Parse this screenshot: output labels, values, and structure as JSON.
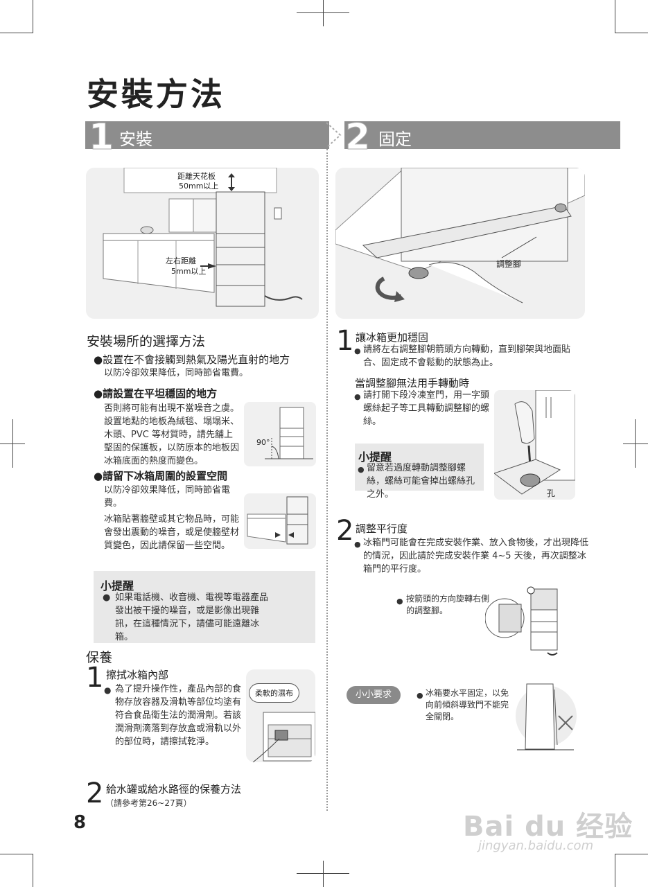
{
  "page_title": "安裝方法",
  "section1": {
    "num": "1",
    "label": "安裝"
  },
  "section2": {
    "num": "2",
    "label": "固定"
  },
  "img1": {
    "ceiling_label_1": "距離天花板",
    "ceiling_label_2": "50mm以上",
    "side_label_1": "左右距離",
    "side_label_2": "5mm以上"
  },
  "img2": {
    "adjust_foot_label": "調整腳"
  },
  "choose_place": {
    "heading": "安裝場所的選擇方法",
    "b1_head": "●設置在不會接觸到熱氣及陽光直射的地方",
    "b1_text": "以防冷卻效果降低，同時節省電費。",
    "b2_head": "●請設置在平坦穩固的地方",
    "b2_text": "否則將可能有出現不當噪音之虞。設置地點的地板為絨毯、塌塌米、木頭、PVC 等材質時，請先舖上堅固的保護板，以防原本的地板因冰箱底面的熱度而變色。",
    "angle_label": "90°",
    "b3_head": "●請留下冰箱周圍的設置空間",
    "b3_text1": "以防冷卻效果降低，同時節省電費。",
    "b3_text2": "冰箱貼著牆壁或其它物品時，可能會發出震動的噪音，或是使牆壁材質變色，因此請保留一些空間。"
  },
  "tip1": {
    "title": "小提醒",
    "text": "如果電話機、收音機、電視等電器產品發出被干擾的噪音，或是影像出現雜訊，在這種情況下，請儘可能遠離冰箱。"
  },
  "maintenance": {
    "heading": "保養",
    "s1_num": "1",
    "s1_head": "擦拭冰箱內部",
    "s1_text": "為了提升操作性，產品內部的食物存放容器及滑軌等部位均塗有符合食品衛生法的潤滑劑。若該潤滑劑滴落到存放盒或滑軌以外的部位時，請擦拭乾淨。",
    "cloth_label": "柔軟的濕布",
    "s2_num": "2",
    "s2_head": "給水罐或給水路徑的保養方法",
    "s2_note": "（請參考第26~27頁）"
  },
  "fix": {
    "s1_num": "1",
    "s1_head": "讓冰箱更加穩固",
    "s1_text": "請將左右調整腳朝箭頭方向轉動，直到腳架與地面貼合、固定成不會鬆動的狀態為止。",
    "sub_head": "當調整腳無法用手轉動時",
    "sub_text": "請打開下段冷凍室門，用一字頭螺絲起子等工具轉動調整腳的螺絲。",
    "hole_label": "孔",
    "tip_title": "小提醒",
    "tip_text": "留意若過度轉動調整腳螺絲，螺絲可能會掉出螺絲孔之外。",
    "s2_num": "2",
    "s2_head": "調整平行度",
    "s2_text": "冰箱門可能會在完成安裝作業、放入食物後，才出現降低的情況，因此請於完成安裝作業 4~5 天後，再次調整冰箱門的平行度。",
    "arrow_note": "按箭頭的方向旋轉右側的調整腳。",
    "req_pill": "小小要求",
    "req_text": "冰箱要水平固定，以免向前傾斜導致門不能完全關閉。"
  },
  "page_number": "8",
  "watermark": {
    "logo": "Bai du 经验",
    "url": "jingyan.baidu.com"
  },
  "colors": {
    "bar_gray": "#8d8d8d",
    "box_gray": "#e8e8e8",
    "image_bg": "#f0f0f0"
  }
}
